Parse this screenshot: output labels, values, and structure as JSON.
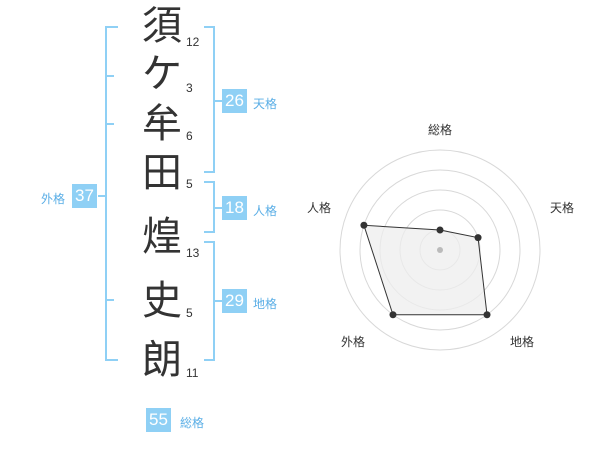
{
  "name": {
    "characters": [
      {
        "char": "須",
        "strokes": "12"
      },
      {
        "char": "ケ",
        "strokes": "3"
      },
      {
        "char": "牟",
        "strokes": "6"
      },
      {
        "char": "田",
        "strokes": "5"
      },
      {
        "char": "煌",
        "strokes": "13"
      },
      {
        "char": "史",
        "strokes": "5"
      },
      {
        "char": "朗",
        "strokes": "11"
      }
    ]
  },
  "fortunes": {
    "tenkaku": {
      "value": "26",
      "label": "天格"
    },
    "jinkaku": {
      "value": "18",
      "label": "人格"
    },
    "chikaku": {
      "value": "29",
      "label": "地格"
    },
    "gaikaku": {
      "value": "37",
      "label": "外格"
    },
    "soukaku": {
      "value": "55",
      "label": "総格"
    }
  },
  "radar": {
    "axes": [
      "総格",
      "天格",
      "地格",
      "外格",
      "人格"
    ],
    "levels": [
      1,
      2,
      3,
      4,
      5
    ],
    "values": [
      1,
      2,
      4,
      4,
      4
    ],
    "colors": {
      "ring": "#d8d8d8",
      "fill": "#eeeeee",
      "stroke": "#333333",
      "center": "#bbbbbb"
    }
  },
  "colors": {
    "bracket": "#8fd0f5",
    "badge": "#8fd0f5",
    "label": "#5aaee6"
  }
}
